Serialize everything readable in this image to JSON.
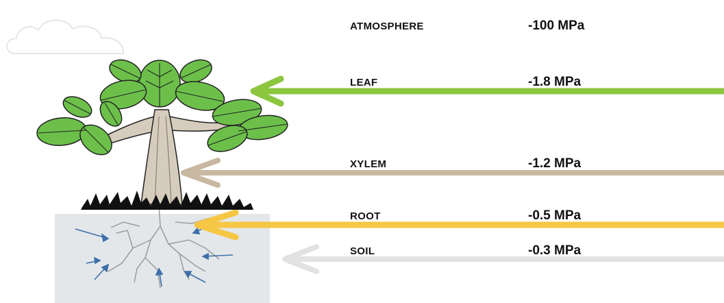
{
  "colors": {
    "atmosphere": "#e6e6e6",
    "leaf": "#8cc63f",
    "xylem": "#c9b8a1",
    "root": "#f6c744",
    "soil": "#e2e2e2",
    "soil_box": "#e4e7ea",
    "leaf_fill": "#6cc04a",
    "leaf_vein": "#222222",
    "trunk": "#d6ccbd",
    "grass": "#111111",
    "root_line": "#9a9a9a",
    "water_arrow": "#3d6fa8",
    "text": "#111111"
  },
  "levels": [
    {
      "id": "atmosphere",
      "name": "ATMOSPHERE",
      "value": "-100 MPa",
      "icon": "cloud-icon"
    },
    {
      "id": "leaf",
      "name": "LEAF",
      "value": "-1.8 MPa",
      "icon": "arrow-left-icon"
    },
    {
      "id": "xylem",
      "name": "XYLEM",
      "value": "-1.2 MPa",
      "icon": "arrow-left-icon"
    },
    {
      "id": "root",
      "name": "ROOT",
      "value": "-0.5 MPa",
      "icon": "arrow-left-icon"
    },
    {
      "id": "soil",
      "name": "SOIL",
      "value": "-0.3 MPa",
      "icon": "arrow-left-icon"
    }
  ],
  "illustration": {
    "icon": "tree-icon"
  }
}
